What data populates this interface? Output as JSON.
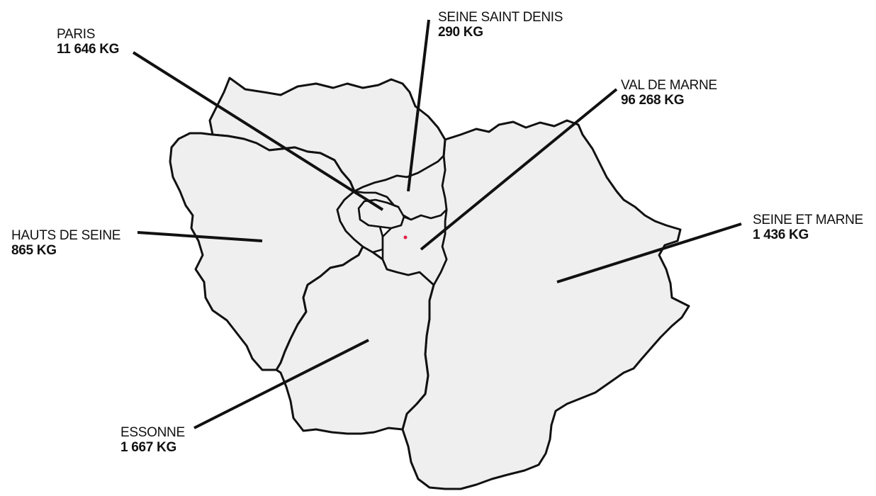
{
  "map": {
    "region_fill": "#efefef",
    "border_color": "#111111",
    "marker_color": "#e0204a"
  },
  "labels": {
    "paris": {
      "name": "PARIS",
      "value": "11 646  KG"
    },
    "seine_saint_denis": {
      "name": "SEINE SAINT DENIS",
      "value": "290 KG"
    },
    "val_de_marne": {
      "name": "VAL DE MARNE",
      "value": "96 268 KG"
    },
    "hauts_de_seine": {
      "name": "HAUTS DE SEINE",
      "value": "865 KG"
    },
    "seine_et_marne": {
      "name": "SEINE ET MARNE",
      "value": " 1 436 KG"
    },
    "essonne": {
      "name": "ESSONNE",
      "value": "1 667 KG"
    }
  }
}
